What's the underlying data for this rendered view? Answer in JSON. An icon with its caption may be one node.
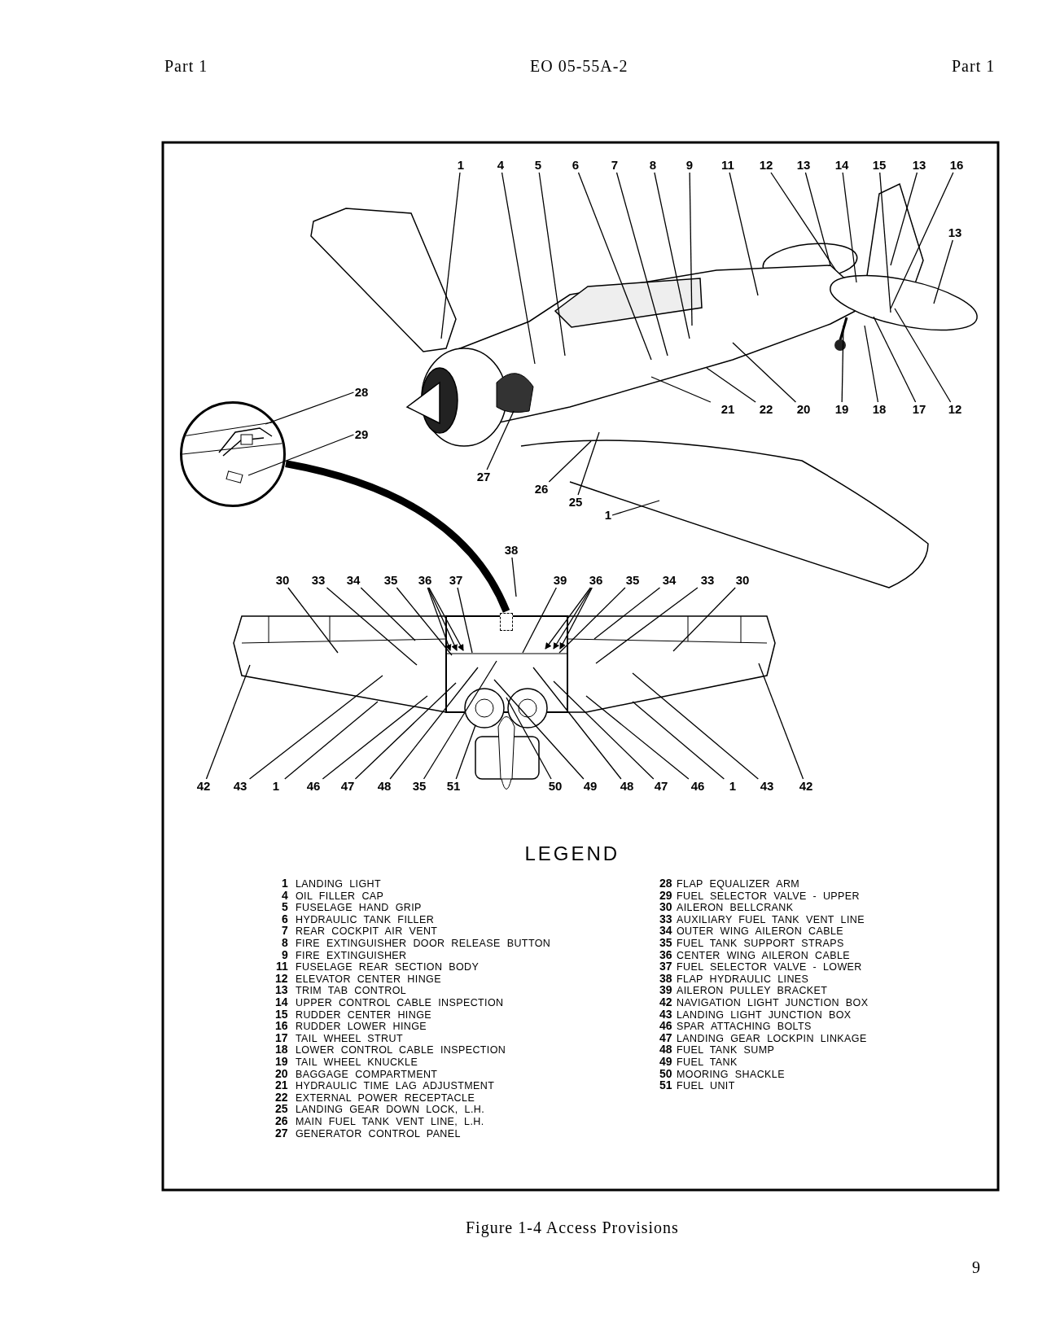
{
  "diagram": {
    "caption": "Figure 1-4 Access Provisions",
    "nodes": [
      {
        "text": [
          "1"
        ]
      },
      {
        "text": [
          "4"
        ]
      },
      {
        "text": [
          "5"
        ]
      },
      {
        "text": [
          "6"
        ]
      },
      {
        "text": [
          "7"
        ]
      },
      {
        "text": [
          "8"
        ]
      },
      {
        "text": [
          "9"
        ]
      },
      {
        "text": [
          "11"
        ]
      },
      {
        "text": [
          "12"
        ]
      },
      {
        "text": [
          "13"
        ]
      },
      {
        "text": [
          "14"
        ]
      },
      {
        "text": [
          "15"
        ]
      },
      {
        "text": [
          "13"
        ]
      },
      {
        "text": [
          "16"
        ]
      },
      {
        "text": [
          "13"
        ]
      },
      {
        "text": [],
        "shape": "circle"
      },
      {
        "text": [
          "28"
        ]
      },
      {
        "text": [
          "29"
        ]
      },
      {
        "text": [
          "21"
        ]
      },
      {
        "text": [
          "22"
        ]
      },
      {
        "text": [
          "20"
        ]
      },
      {
        "text": [
          "19"
        ]
      },
      {
        "text": [
          "18"
        ]
      },
      {
        "text": [
          "17"
        ]
      },
      {
        "text": [
          "12"
        ]
      },
      {
        "text": [
          "27"
        ]
      },
      {
        "text": [
          "26"
        ]
      },
      {
        "text": [
          "25"
        ]
      },
      {
        "text": [
          "1"
        ]
      },
      {
        "text": [
          "38"
        ]
      },
      {
        "text": [
          "30"
        ]
      },
      {
        "text": [
          "33"
        ]
      },
      {
        "text": [
          "34"
        ]
      },
      {
        "text": [
          "35"
        ]
      },
      {
        "text": [
          "36"
        ]
      },
      {
        "text": [
          "37"
        ]
      },
      {
        "text": [
          "39"
        ]
      },
      {
        "text": [
          "36"
        ]
      },
      {
        "text": [
          "35"
        ]
      },
      {
        "text": [
          "34"
        ]
      },
      {
        "text": [
          "33"
        ]
      },
      {
        "text": [
          "30"
        ]
      },
      {
        "text": [
          "42"
        ]
      },
      {
        "text": [
          "43"
        ]
      },
      {
        "text": [
          "1"
        ]
      },
      {
        "text": [
          "46"
        ]
      },
      {
        "text": [
          "47"
        ]
      },
      {
        "text": [
          "48"
        ]
      },
      {
        "text": [
          "35"
        ]
      },
      {
        "text": [
          "51"
        ]
      },
      {
        "text": [
          "50"
        ]
      },
      {
        "text": [
          "49"
        ]
      },
      {
        "text": [
          "48"
        ]
      },
      {
        "text": [
          "47"
        ]
      },
      {
        "text": [
          "46"
        ]
      },
      {
        "text": [
          "1"
        ]
      },
      {
        "text": [
          "43"
        ]
      },
      {
        "text": [
          "42"
        ]
      },
      {
        "text": [],
        "shape": "box"
      }
    ],
    "edges": [
      {
        "from": 0,
        "to": null,
        "arrow": "none"
      },
      {
        "from": 1,
        "to": null,
        "arrow": "none"
      },
      {
        "from": 2,
        "to": null,
        "arrow": "none"
      },
      {
        "from": 3,
        "to": null,
        "arrow": "none"
      },
      {
        "from": 4,
        "to": null,
        "arrow": "none"
      },
      {
        "from": 5,
        "to": null,
        "arrow": "none"
      },
      {
        "from": 6,
        "to": null,
        "arrow": "none"
      },
      {
        "from": 7,
        "to": null,
        "arrow": "none"
      },
      {
        "from": 8,
        "to": null,
        "arrow": "none"
      },
      {
        "from": 9,
        "to": null,
        "arrow": "none"
      },
      {
        "from": 10,
        "to": null,
        "arrow": "none"
      },
      {
        "from": 11,
        "to": null,
        "arrow": "none"
      },
      {
        "from": 12,
        "to": null,
        "arrow": "none"
      },
      {
        "from": 13,
        "to": null,
        "arrow": "none"
      },
      {
        "from": 14,
        "to": null,
        "arrow": "none"
      },
      {
        "from": 16,
        "to": 15,
        "arrow": "none"
      },
      {
        "from": 17,
        "to": 15,
        "arrow": "none"
      },
      {
        "from": 18,
        "to": null,
        "arrow": "none"
      },
      {
        "from": 19,
        "to": null,
        "arrow": "none"
      },
      {
        "from": 20,
        "to": null,
        "arrow": "none"
      },
      {
        "from": 21,
        "to": null,
        "arrow": "none"
      },
      {
        "from": 22,
        "to": null,
        "arrow": "none"
      },
      {
        "from": 23,
        "to": null,
        "arrow": "none"
      },
      {
        "from": 24,
        "to": null,
        "arrow": "none"
      },
      {
        "from": 25,
        "to": null,
        "arrow": "none"
      },
      {
        "from": 26,
        "to": null,
        "arrow": "none"
      },
      {
        "from": 27,
        "to": null,
        "arrow": "none"
      },
      {
        "from": 28,
        "to": null,
        "arrow": "none"
      },
      {
        "from": 15,
        "to": 58,
        "arrow": "to",
        "style": "thick"
      },
      {
        "from": 29,
        "to": null,
        "arrow": "none"
      },
      {
        "from": 30,
        "to": null,
        "arrow": "none"
      },
      {
        "from": 31,
        "to": null,
        "arrow": "none"
      },
      {
        "from": 32,
        "to": null,
        "arrow": "none"
      },
      {
        "from": 33,
        "to": null,
        "arrow": "none"
      },
      {
        "from": 34,
        "to": null,
        "arrow": "to"
      },
      {
        "from": 34,
        "to": null,
        "arrow": "to"
      },
      {
        "from": 34,
        "to": null,
        "arrow": "to"
      },
      {
        "from": 35,
        "to": null,
        "arrow": "none"
      },
      {
        "from": 36,
        "to": null,
        "arrow": "none"
      },
      {
        "from": 37,
        "to": null,
        "arrow": "to"
      },
      {
        "from": 37,
        "to": null,
        "arrow": "to"
      },
      {
        "from": 37,
        "to": null,
        "arrow": "to"
      },
      {
        "from": 38,
        "to": null,
        "arrow": "none"
      },
      {
        "from": 39,
        "to": null,
        "arrow": "none"
      },
      {
        "from": 40,
        "to": null,
        "arrow": "none"
      },
      {
        "from": 41,
        "to": null,
        "arrow": "none"
      },
      {
        "from": 42,
        "to": null,
        "arrow": "none"
      },
      {
        "from": 43,
        "to": null,
        "arrow": "none"
      },
      {
        "from": 44,
        "to": null,
        "arrow": "none"
      },
      {
        "from": 45,
        "to": null,
        "arrow": "none"
      },
      {
        "from": 46,
        "to": null,
        "arrow": "none"
      },
      {
        "from": 47,
        "to": null,
        "arrow": "none"
      },
      {
        "from": 48,
        "to": null,
        "arrow": "none"
      },
      {
        "from": 49,
        "to": null,
        "arrow": "none"
      },
      {
        "from": 50,
        "to": null,
        "arrow": "none"
      },
      {
        "from": 51,
        "to": null,
        "arrow": "none"
      },
      {
        "from": 52,
        "to": null,
        "arrow": "none"
      },
      {
        "from": 53,
        "to": null,
        "arrow": "none"
      },
      {
        "from": 54,
        "to": null,
        "arrow": "none"
      },
      {
        "from": 55,
        "to": null,
        "arrow": "none"
      },
      {
        "from": 56,
        "to": null,
        "arrow": "none"
      },
      {
        "from": 57,
        "to": null,
        "arrow": "none"
      }
    ],
    "labels": [
      "Part 1",
      "EO 05-55A-2",
      "Part 1",
      "LEGEND",
      "1",
      "LANDING LIGHT",
      "4",
      "OIL FILLER CAP",
      "5",
      "FUSELAGE HAND GRIP",
      "6",
      "HYDRAULIC TANK FILLER",
      "7",
      "REAR COCKPIT AIR VENT",
      "8",
      "FIRE EXTINGUISHER DOOR RELEASE BUTTON",
      "9",
      "FIRE EXTINGUISHER",
      "11",
      "FUSELAGE REAR SECTION BODY",
      "12",
      "ELEVATOR CENTER HINGE",
      "13",
      "TRIM TAB CONTROL",
      "14",
      "UPPER CONTROL CABLE INSPECTION",
      "15",
      "RUDDER CENTER HINGE",
      "16",
      "RUDDER LOWER HINGE",
      "17",
      "TAIL WHEEL STRUT",
      "18",
      "LOWER CONTROL CABLE INSPECTION",
      "19",
      "TAIL WHEEL KNUCKLE",
      "20",
      "BAGGAGE COMPARTMENT",
      "21",
      "HYDRAULIC TIME LAG ADJUSTMENT",
      "22",
      "EXTERNAL POWER RECEPTACLE",
      "25",
      "LANDING GEAR DOWN LOCK, L.H.",
      "26",
      "MAIN FUEL TANK VENT LINE, L.H.",
      "27",
      "GENERATOR CONTROL PANEL",
      "28",
      "FLAP EQUALIZER ARM",
      "29",
      "FUEL SELECTOR VALVE - UPPER",
      "30",
      "AILERON BELLCRANK",
      "33",
      "AUXILIARY FUEL TANK VENT LINE",
      "34",
      "OUTER WING AILERON CABLE",
      "35",
      "FUEL TANK SUPPORT STRAPS",
      "36",
      "CENTER WING AILERON CABLE",
      "37",
      "FUEL SELECTOR VALVE - LOWER",
      "38",
      "FLAP HYDRAULIC LINES",
      "39",
      "AILERON PULLEY BRACKET",
      "42",
      "NAVIGATION LIGHT JUNCTION BOX",
      "43",
      "LANDING LIGHT JUNCTION BOX",
      "46",
      "SPAR ATTACHING BOLTS",
      "47",
      "LANDING GEAR LOCKPIN LINKAGE",
      "48",
      "FUEL TANK SUMP",
      "49",
      "FUEL TANK",
      "50",
      "MOORING SHACKLE",
      "51",
      "FUEL UNIT",
      "9"
    ]
  }
}
